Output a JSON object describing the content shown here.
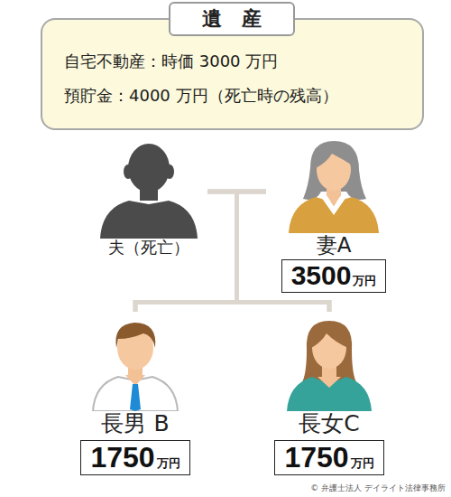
{
  "diagram": {
    "nodes": [
      {
        "text": [
          "自宅不動産：時価 3000 万円",
          "預貯金：4000 万円（死亡時の残高）"
        ]
      },
      {
        "text": [
          "遺　産"
        ],
        "in": 0
      },
      {
        "text": [
          "夫（死亡）"
        ]
      },
      {
        "text": [
          "妻A"
        ]
      },
      {
        "text": [
          "3500",
          "万円"
        ],
        "in": 3
      },
      {
        "text": [
          "長男 B"
        ]
      },
      {
        "text": [
          "1750",
          "万円"
        ],
        "in": 5
      },
      {
        "text": [
          "長女C"
        ]
      },
      {
        "text": [
          "1750",
          "万円"
        ],
        "in": 7
      }
    ],
    "edges": [
      {
        "from": 2,
        "to": 3,
        "arrow": "none"
      },
      {
        "from": 2,
        "to": 5,
        "arrow": "none"
      },
      {
        "from": 3,
        "to": 5,
        "arrow": "none"
      },
      {
        "from": 2,
        "to": 7,
        "arrow": "none"
      },
      {
        "from": 3,
        "to": 7,
        "arrow": "none"
      }
    ],
    "labels": [
      "© 弁護士法人 デイライト法律事務所"
    ]
  }
}
